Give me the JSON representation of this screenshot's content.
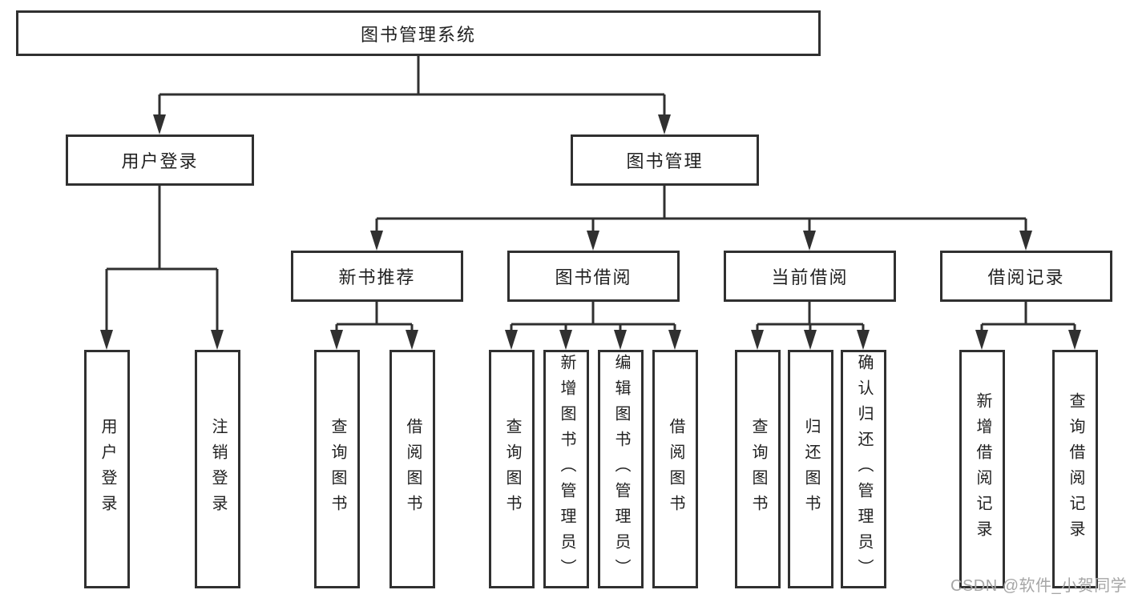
{
  "diagram": {
    "root": {
      "label": "图书管理系统"
    },
    "branches": [
      {
        "label": "用户登录",
        "children": [
          {
            "label": "用户登录"
          },
          {
            "label": "注销登录"
          }
        ]
      },
      {
        "label": "图书管理",
        "children": [
          {
            "label": "新书推荐",
            "children": [
              {
                "label": "查询图书"
              },
              {
                "label": "借阅图书"
              }
            ]
          },
          {
            "label": "图书借阅",
            "children": [
              {
                "label": "查询图书"
              },
              {
                "label": "新增图书（管理员）"
              },
              {
                "label": "编辑图书（管理员）"
              },
              {
                "label": "借阅图书"
              }
            ]
          },
          {
            "label": "当前借阅",
            "children": [
              {
                "label": "查询图书"
              },
              {
                "label": "归还图书"
              },
              {
                "label": "确认归还（管理员）"
              }
            ]
          },
          {
            "label": "借阅记录",
            "children": [
              {
                "label": "新增借阅记录"
              },
              {
                "label": "查询借阅记录"
              }
            ]
          }
        ]
      }
    ]
  },
  "watermark": {
    "text": "CSDN @软件_小贺同学"
  },
  "colors": {
    "line": "#303030",
    "node_border": "#303030",
    "node_background": "#ffffff",
    "text": "#212121",
    "watermark": "#a6a6a6",
    "background": "#ffffff"
  }
}
